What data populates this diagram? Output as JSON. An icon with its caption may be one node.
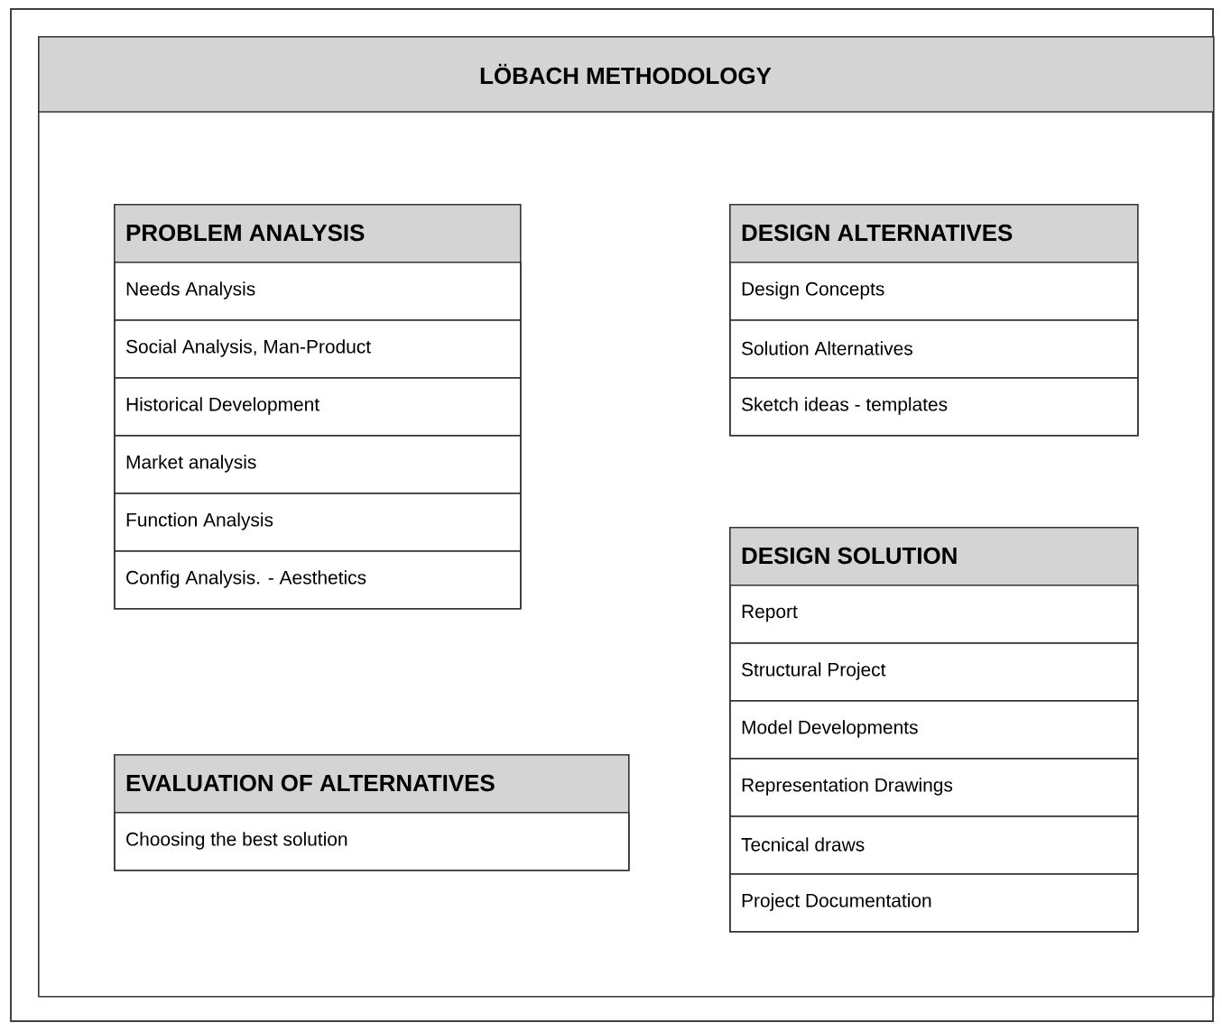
{
  "diagram": {
    "nodes": [
      {
        "text": [
          "LÖBACH METHODOLOGY"
        ]
      },
      {
        "text": [
          "PROBLEM ANALYSIS"
        ],
        "in": 0
      },
      {
        "text": [
          "Needs Analysis"
        ],
        "in": 1
      },
      {
        "text": [
          "Social Analysis, Man-Product"
        ],
        "in": 1
      },
      {
        "text": [
          "Historical Development"
        ],
        "in": 1
      },
      {
        "text": [
          "Market analysis"
        ],
        "in": 1
      },
      {
        "text": [
          "Function Analysis"
        ],
        "in": 1
      },
      {
        "text": [
          "Config Analysis. - Aesthetics"
        ],
        "in": 1
      },
      {
        "text": [
          "DESIGN ALTERNATIVES"
        ],
        "in": 0
      },
      {
        "text": [
          "Design Concepts"
        ],
        "in": 8
      },
      {
        "text": [
          "Solution Alternatives"
        ],
        "in": 8
      },
      {
        "text": [
          "Sketch ideas - templates"
        ],
        "in": 8
      },
      {
        "text": [
          "DESIGN SOLUTION"
        ],
        "in": 0
      },
      {
        "text": [
          "Report"
        ],
        "in": 12
      },
      {
        "text": [
          "Structural Project"
        ],
        "in": 12
      },
      {
        "text": [
          "Model Developments"
        ],
        "in": 12
      },
      {
        "text": [
          "Representation Drawings"
        ],
        "in": 12
      },
      {
        "text": [
          "Tecnical draws"
        ],
        "in": 12
      },
      {
        "text": [
          "Project Documentation"
        ],
        "in": 12
      },
      {
        "text": [
          "EVALUATION OF ALTERNATIVES"
        ],
        "in": 0
      },
      {
        "text": [
          "Choosing the best solution"
        ],
        "in": 19
      }
    ]
  }
}
